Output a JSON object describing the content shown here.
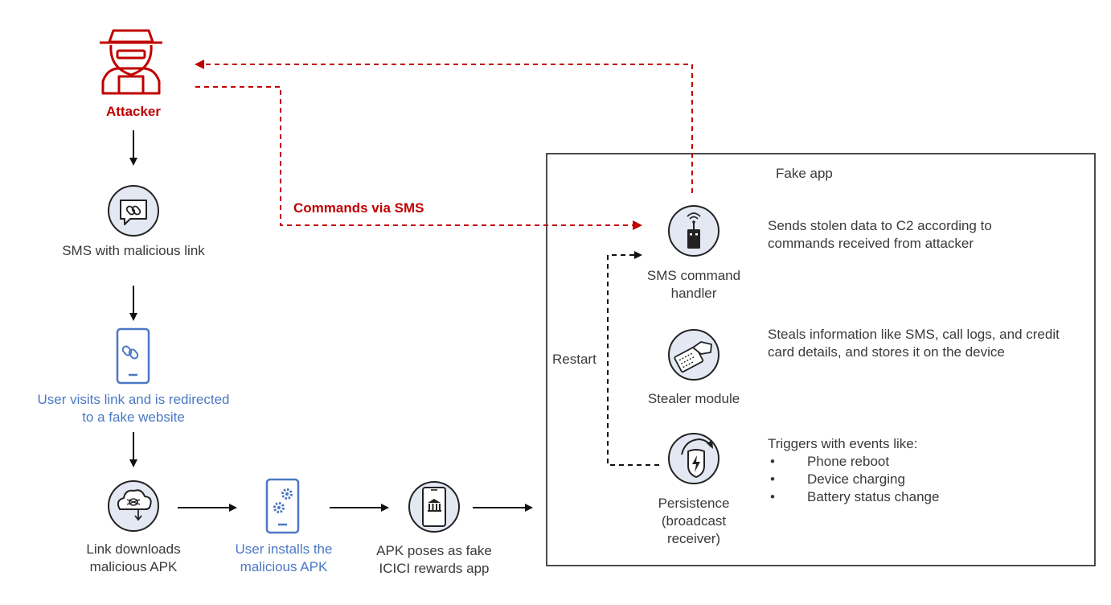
{
  "attacker": {
    "label": "Attacker"
  },
  "flow": {
    "sms": "SMS with malicious link",
    "visit": "User visits link and is redirected to a fake website",
    "download": "Link downloads malicious APK",
    "install": "User installs the malicious APK",
    "poses": "APK poses as fake ICICI rewards app"
  },
  "commands_label": "Commands via SMS",
  "restart_label": "Restart",
  "fake_app": {
    "title": "Fake app",
    "modules": [
      {
        "name": "SMS command handler",
        "description": "Sends stolen data to C2 according to commands received from attacker"
      },
      {
        "name": "Stealer module",
        "description": "Steals information like SMS, call logs, and credit card details, and stores it on the device"
      },
      {
        "name": "Persistence (broadcast receiver)",
        "description": "Triggers with events like:",
        "events": [
          "Phone reboot",
          "Device charging",
          "Battery status change"
        ]
      }
    ]
  },
  "colors": {
    "red": "#c00000",
    "blue": "#4a78c4",
    "icon_fill": "#e3e8f3",
    "dark": "#222222"
  },
  "icons": [
    "hacker-icon",
    "sms-link-icon",
    "phone-link-icon",
    "cloud-download-bug-icon",
    "phone-gear-icon",
    "phone-bank-icon",
    "antenna-device-icon",
    "credit-card-hand-icon",
    "shield-refresh-icon"
  ]
}
